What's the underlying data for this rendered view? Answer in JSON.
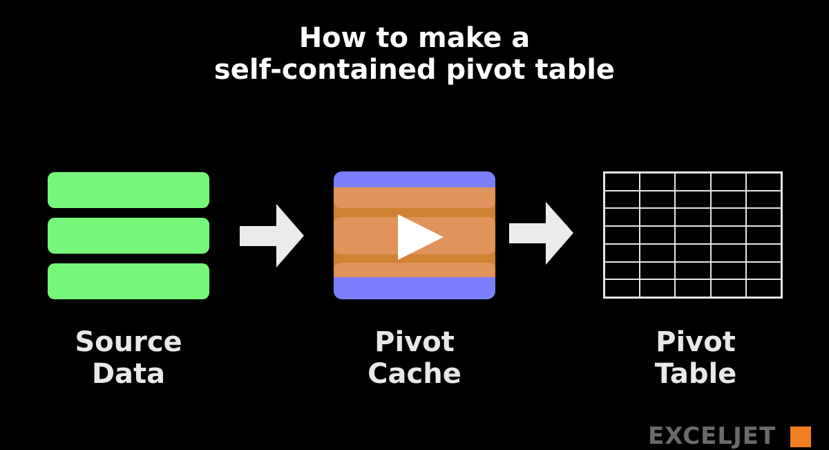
{
  "title": {
    "line1": "How to make a",
    "line2": "self-contained pivot table"
  },
  "steps": [
    {
      "id": "source-data",
      "line1": "Source",
      "line2": "Data",
      "icon": "stacked-bars-icon",
      "color": "#76f77a"
    },
    {
      "id": "pivot-cache",
      "line1": "Pivot",
      "line2": "Cache",
      "icon": "play-icon",
      "colors": {
        "frame": "#7b7ffb",
        "band": "#cf8231",
        "stripe": "#e0935a"
      }
    },
    {
      "id": "pivot-table",
      "line1": "Pivot",
      "line2": "Table",
      "icon": "grid-icon",
      "grid": {
        "columns": 5,
        "rows": 7
      }
    }
  ],
  "arrows": [
    {
      "from": "source-data",
      "to": "pivot-cache",
      "color": "#ebebeb"
    },
    {
      "from": "pivot-cache",
      "to": "pivot-table",
      "color": "#ebebeb"
    }
  ],
  "branding": {
    "logo_text": "EXCELJET",
    "accent": "#f07f21"
  }
}
